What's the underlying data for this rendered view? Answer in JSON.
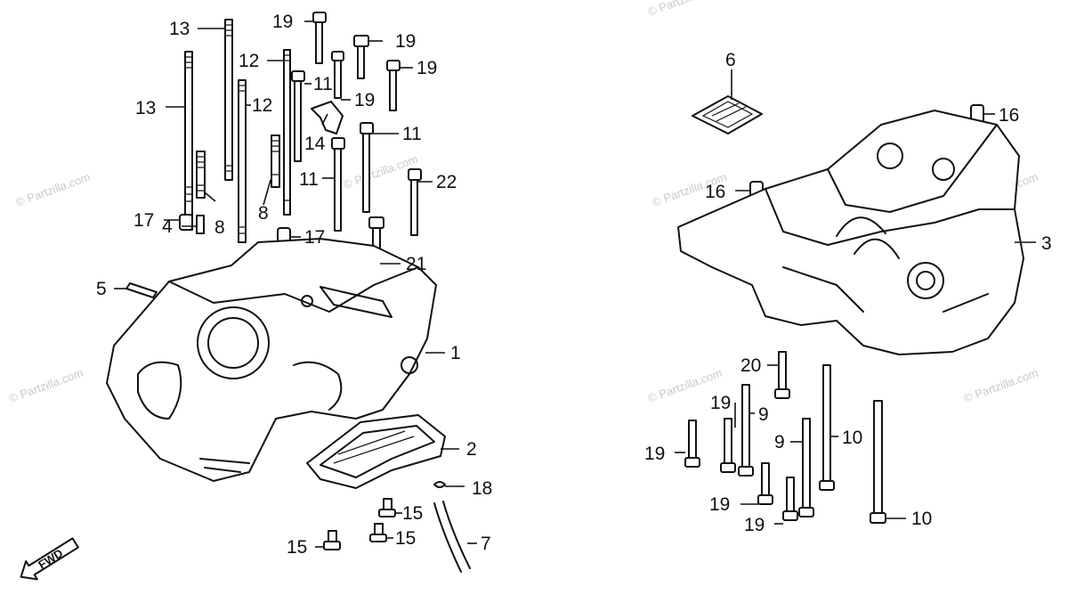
{
  "diagram": {
    "watermarks": [
      "© Partzilla.com",
      "© Partzilla.com",
      "© Partzilla.com",
      "© Partzilla.com",
      "© Partzilla.com",
      "© Partzilla.com",
      "© Partzilla.com",
      "© Partzilla.com"
    ],
    "direction_label": "FWD",
    "callouts": [
      "13",
      "19",
      "19",
      "12",
      "19",
      "11",
      "19",
      "13",
      "12",
      "14",
      "11",
      "11",
      "8",
      "22",
      "17",
      "8",
      "17",
      "4",
      "21",
      "5",
      "1",
      "2",
      "18",
      "15",
      "15",
      "15",
      "7",
      "6",
      "16",
      "16",
      "3",
      "20",
      "19",
      "9",
      "10",
      "19",
      "9",
      "19",
      "19",
      "10"
    ]
  }
}
